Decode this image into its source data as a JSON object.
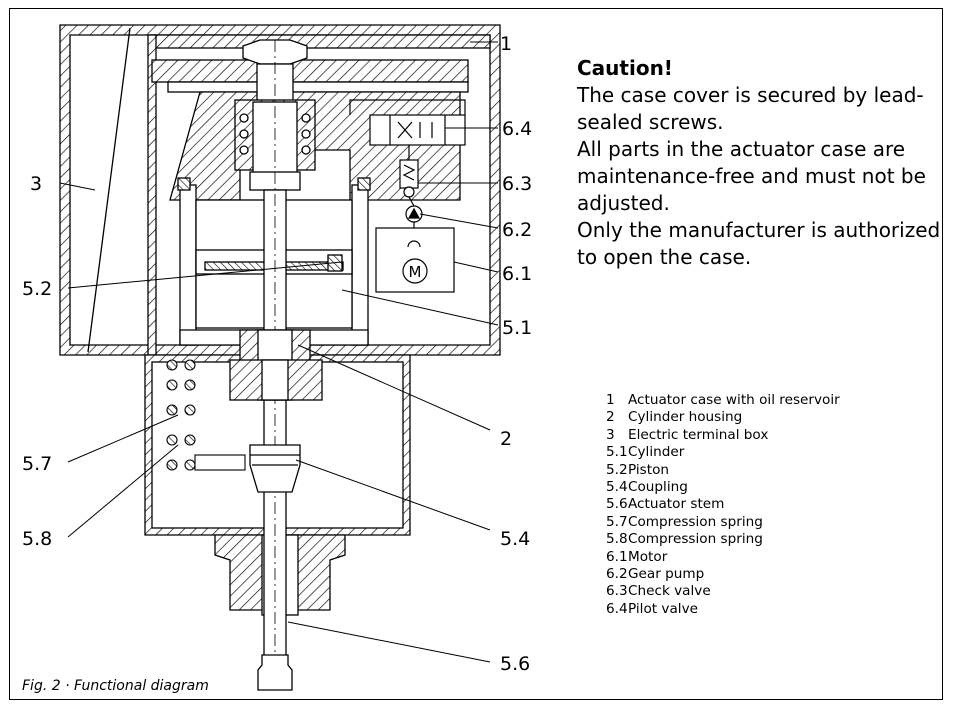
{
  "callouts": {
    "c1": "1",
    "c3": "3",
    "c6_4": "6.4",
    "c6_3": "6.3",
    "c6_2": "6.2",
    "c6_1": "6.1",
    "c5_2": "5.2",
    "c5_1": "5.1",
    "c2": "2",
    "c5_7": "5.7",
    "c5_8": "5.8",
    "c5_4": "5.4",
    "c5_6": "5.6"
  },
  "caution": {
    "title": "Caution!",
    "lines": [
      "The case cover is secured by lead-sealed screws.",
      "All parts in the actuator case are maintenance-free and must not be adjusted.",
      "Only the manufacturer is authorized to open the case."
    ]
  },
  "legend": [
    {
      "num": "1",
      "label": "Actuator case with oil reservoir"
    },
    {
      "num": "2",
      "label": "Cylinder housing"
    },
    {
      "num": "3",
      "label": "Electric terminal box"
    },
    {
      "num": "5.1",
      "label": "Cylinder"
    },
    {
      "num": "5.2",
      "label": "Piston"
    },
    {
      "num": "5.4",
      "label": "Coupling"
    },
    {
      "num": "5.6",
      "label": "Actuator stem"
    },
    {
      "num": "5.7",
      "label": "Compression spring"
    },
    {
      "num": "5.8",
      "label": "Compression spring"
    },
    {
      "num": "6.1",
      "label": "Motor"
    },
    {
      "num": "6.2",
      "label": "Gear pump"
    },
    {
      "num": "6.3",
      "label": "Check valve"
    },
    {
      "num": "6.4",
      "label": "Pilot valve"
    }
  ],
  "caption": "Fig. 2 · Functional diagram",
  "symbols": {
    "motor": "M"
  }
}
